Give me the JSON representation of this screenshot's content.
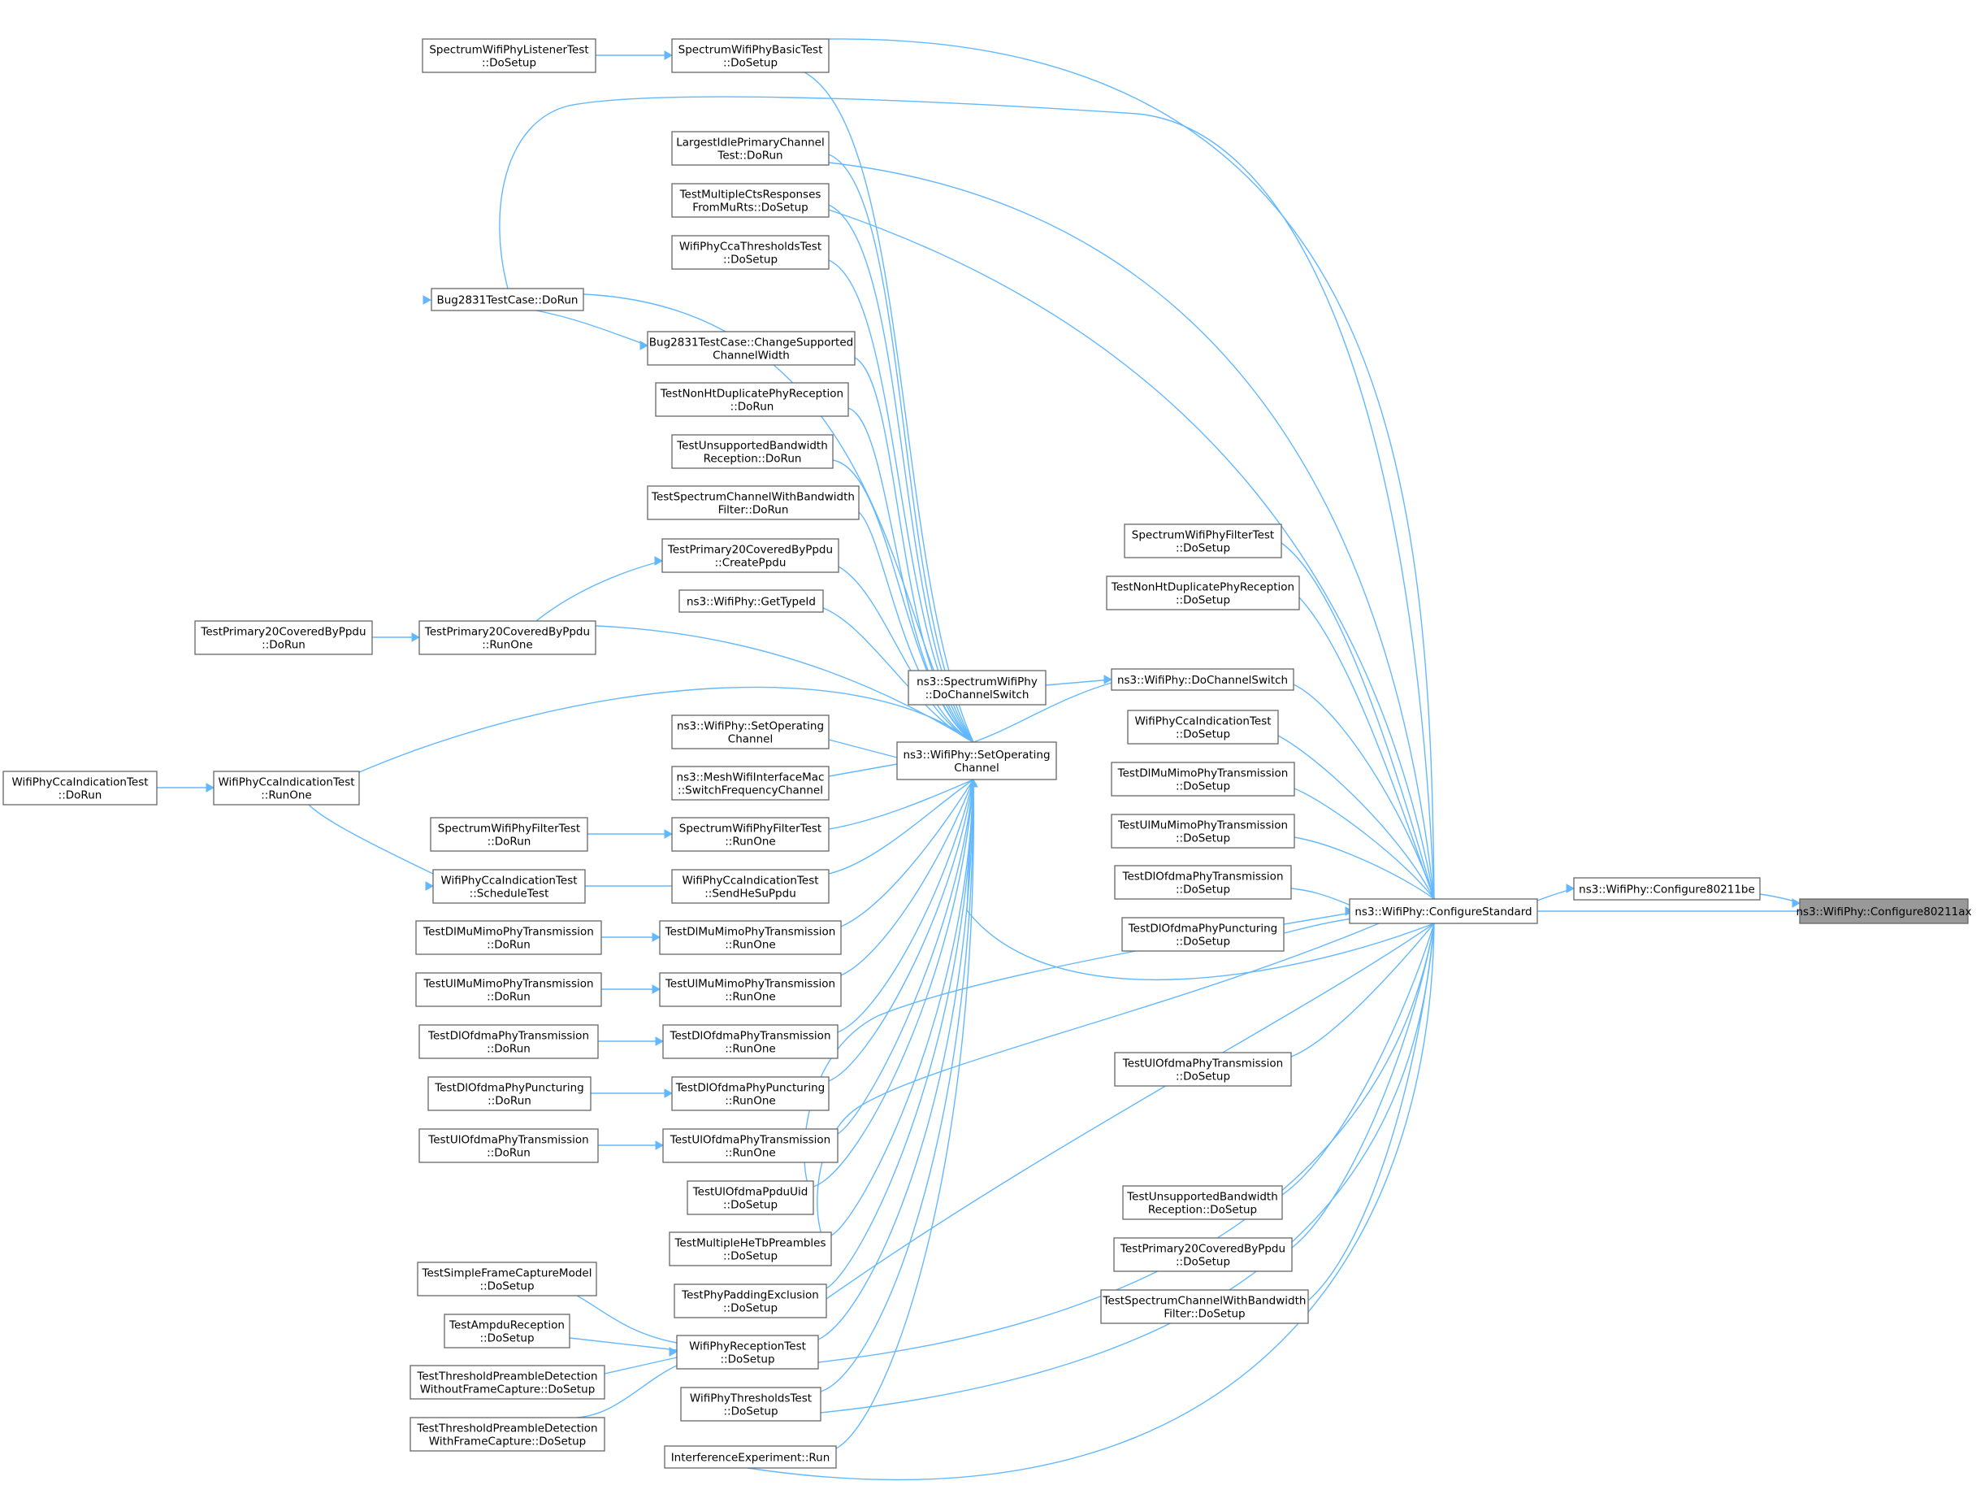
{
  "nodes": {
    "cfg80211ax": [
      "ns3::WifiPhy::Configure80211ax"
    ],
    "cfg80211be": [
      "ns3::WifiPhy::Configure80211be"
    ],
    "cfgStd": [
      "ns3::WifiPhy::ConfigureStandard"
    ],
    "setOpCh": [
      "ns3::WifiPhy::SetOperating",
      "Channel"
    ],
    "doChSw": [
      "ns3::WifiPhy::DoChannelSwitch"
    ],
    "specDoChSw": [
      "ns3::SpectrumWifiPhy",
      "::DoChannelSwitch"
    ],
    "specBasicSetup": [
      "SpectrumWifiPhyBasicTest",
      "::DoSetup"
    ],
    "specListenerSetup": [
      "SpectrumWifiPhyListenerTest",
      "::DoSetup"
    ],
    "largestIdle": [
      "LargestIdlePrimaryChannel",
      "Test::DoRun"
    ],
    "multiCts": [
      "TestMultipleCtsResponses",
      "FromMuRts::DoSetup"
    ],
    "ccaThresh": [
      "WifiPhyCcaThresholdsTest",
      "::DoSetup"
    ],
    "bug2831Run": [
      "Bug2831TestCase::DoRun"
    ],
    "bug2831Change": [
      "Bug2831TestCase::ChangeSupported",
      "ChannelWidth"
    ],
    "nonHtDupRun": [
      "TestNonHtDuplicatePhyReception",
      "::DoRun"
    ],
    "unsupBwRun": [
      "TestUnsupportedBandwidth",
      "Reception::DoRun"
    ],
    "specChBwRun": [
      "TestSpectrumChannelWithBandwidth",
      "Filter::DoRun"
    ],
    "p20Create": [
      "TestPrimary20CoveredByPpdu",
      "::CreatePpdu"
    ],
    "getTypeId": [
      "ns3::WifiPhy::GetTypeId"
    ],
    "p20RunOne": [
      "TestPrimary20CoveredByPpdu",
      "::RunOne"
    ],
    "p20DoRun": [
      "TestPrimary20CoveredByPpdu",
      "::DoRun"
    ],
    "ccaIndRunOne": [
      "WifiPhyCcaIndicationTest",
      "::RunOne"
    ],
    "ccaIndDoRun": [
      "WifiPhyCcaIndicationTest",
      "::DoRun"
    ],
    "setOpCh2": [
      "ns3::WifiPhy::SetOperating",
      "Channel"
    ],
    "meshSwitch": [
      "ns3::MeshWifiInterfaceMac",
      "::SwitchFrequencyChannel"
    ],
    "specFilterRunOne": [
      "SpectrumWifiPhyFilterTest",
      "::RunOne"
    ],
    "specFilterDoRun": [
      "SpectrumWifiPhyFilterTest",
      "::DoRun"
    ],
    "ccaIndSched": [
      "WifiPhyCcaIndicationTest",
      "::ScheduleTest"
    ],
    "ccaIndSend": [
      "WifiPhyCcaIndicationTest",
      "::SendHeSuPpdu"
    ],
    "dlMuRunOne": [
      "TestDlMuMimoPhyTransmission",
      "::RunOne"
    ],
    "dlMuDoRun": [
      "TestDlMuMimoPhyTransmission",
      "::DoRun"
    ],
    "ulMuRunOne": [
      "TestUlMuMimoPhyTransmission",
      "::RunOne"
    ],
    "ulMuDoRun": [
      "TestUlMuMimoPhyTransmission",
      "::DoRun"
    ],
    "dlOfdmaRunOne": [
      "TestDlOfdmaPhyTransmission",
      "::RunOne"
    ],
    "dlOfdmaDoRun": [
      "TestDlOfdmaPhyTransmission",
      "::DoRun"
    ],
    "dlPuncRunOne": [
      "TestDlOfdmaPhyPuncturing",
      "::RunOne"
    ],
    "dlPuncDoRun": [
      "TestDlOfdmaPhyPuncturing",
      "::DoRun"
    ],
    "ulOfdmaRunOne": [
      "TestUlOfdmaPhyTransmission",
      "::RunOne"
    ],
    "ulOfdmaDoRun": [
      "TestUlOfdmaPhyTransmission",
      "::DoRun"
    ],
    "ulPpduUid": [
      "TestUlOfdmaPpduUid",
      "::DoSetup"
    ],
    "multiHeTb": [
      "TestMultipleHeTbPreambles",
      "::DoSetup"
    ],
    "padExcl": [
      "TestPhyPaddingExclusion",
      "::DoSetup"
    ],
    "recepSetup": [
      "WifiPhyReceptionTest",
      "::DoSetup"
    ],
    "simpleFc": [
      "TestSimpleFrameCaptureModel",
      "::DoSetup"
    ],
    "ampdu": [
      "TestAmpduReception",
      "::DoSetup"
    ],
    "thrWithout": [
      "TestThresholdPreambleDetection",
      "WithoutFrameCapture::DoSetup"
    ],
    "thrWith": [
      "TestThresholdPreambleDetection",
      "WithFrameCapture::DoSetup"
    ],
    "thrSetup": [
      "WifiPhyThresholdsTest",
      "::DoSetup"
    ],
    "interfRun": [
      "InterferenceExperiment::Run"
    ],
    "specFilterSetup": [
      "SpectrumWifiPhyFilterTest",
      "::DoSetup"
    ],
    "nonHtDupSetup": [
      "TestNonHtDuplicatePhyReception",
      "::DoSetup"
    ],
    "ccaIndSetup": [
      "WifiPhyCcaIndicationTest",
      "::DoSetup"
    ],
    "dlMuSetup": [
      "TestDlMuMimoPhyTransmission",
      "::DoSetup"
    ],
    "ulMuSetup": [
      "TestUlMuMimoPhyTransmission",
      "::DoSetup"
    ],
    "dlOfdmaSetup": [
      "TestDlOfdmaPhyTransmission",
      "::DoSetup"
    ],
    "dlPuncSetup": [
      "TestDlOfdmaPhyPuncturing",
      "::DoSetup"
    ],
    "ulOfdmaSetup": [
      "TestUlOfdmaPhyTransmission",
      "::DoSetup"
    ],
    "unsupBwSetup": [
      "TestUnsupportedBandwidth",
      "Reception::DoSetup"
    ],
    "p20Setup": [
      "TestPrimary20CoveredByPpdu",
      "::DoSetup"
    ],
    "specChBwSetup": [
      "TestSpectrumChannelWithBandwidth",
      "Filter::DoSetup"
    ]
  },
  "colors": {
    "edge": "#63b8ff",
    "node_border": "#666666",
    "highlight_fill": "#999999",
    "text": "#000000"
  }
}
